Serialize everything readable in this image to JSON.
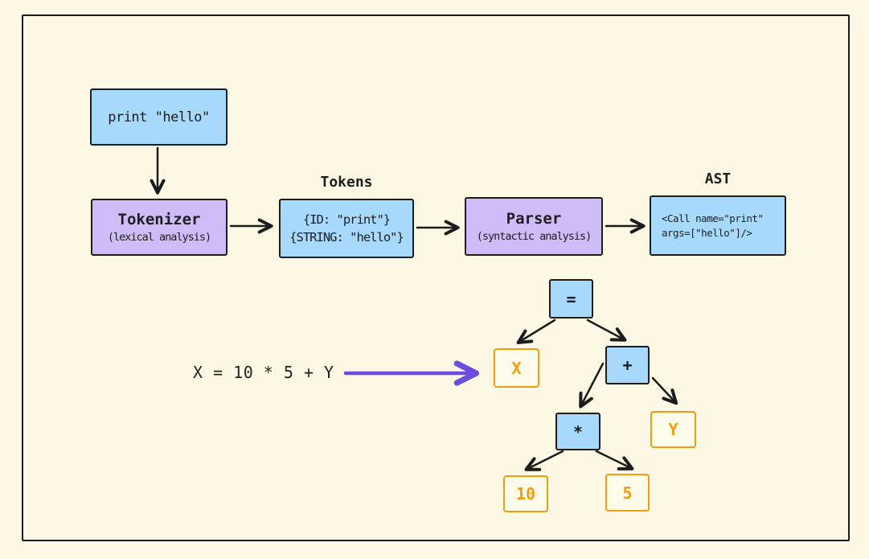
{
  "colors": {
    "background": "#fcf8e3",
    "frame_border": "#1c1c1c",
    "blue_fill": "#a6d9fb",
    "purple_fill": "#cdbcf6",
    "orange_accent": "#f49b0e",
    "arrow_dark": "#1c1c1c",
    "arrow_purple": "#6b4ce0",
    "text_dark": "#1e1e1e"
  },
  "pipeline": {
    "source_box": {
      "code": "print \"hello\""
    },
    "tokenizer_box": {
      "title": "Tokenizer",
      "subtitle": "(lexical analysis)"
    },
    "tokens_label": "Tokens",
    "tokens_box": {
      "lines": [
        "{ID: \"print\"}",
        "{STRING: \"hello\"}"
      ]
    },
    "parser_box": {
      "title": "Parser",
      "subtitle": "(syntactic analysis)"
    },
    "ast_label": "AST",
    "ast_box": {
      "lines": [
        "<Call name=\"print\"",
        "args=[\"hello\"]/>"
      ]
    }
  },
  "example": {
    "expression": "X = 10 * 5 + Y"
  },
  "tree": {
    "nodes": {
      "assign": "=",
      "x": "X",
      "plus": "+",
      "times": "*",
      "y": "Y",
      "ten": "10",
      "five": "5"
    }
  }
}
